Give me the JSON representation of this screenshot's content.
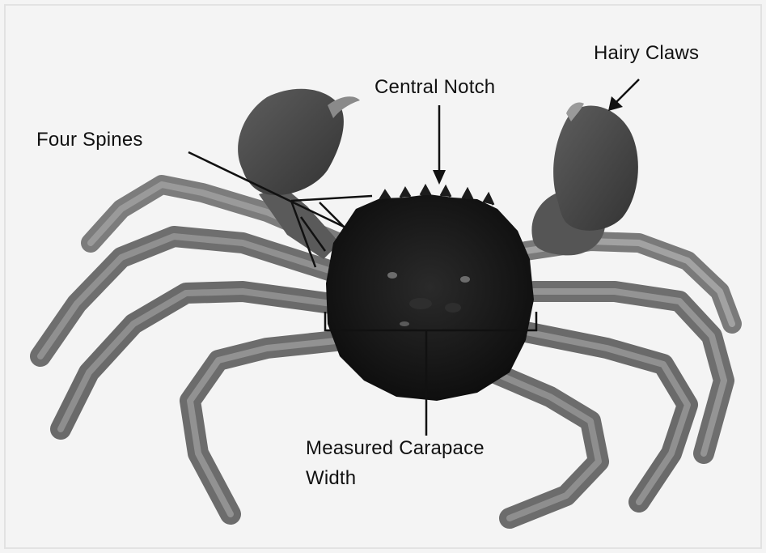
{
  "labels": {
    "hairy_claws": "Hairy Claws",
    "central_notch": "Central Notch",
    "four_spines": "Four Spines",
    "carapace_line1": "Measured Carapace",
    "carapace_line2": "Width"
  },
  "colors": {
    "background": "#f4f4f4",
    "carapace": "#141414",
    "legs": "#707070",
    "claws": "#4a4a4a",
    "annotation": "#111111"
  }
}
